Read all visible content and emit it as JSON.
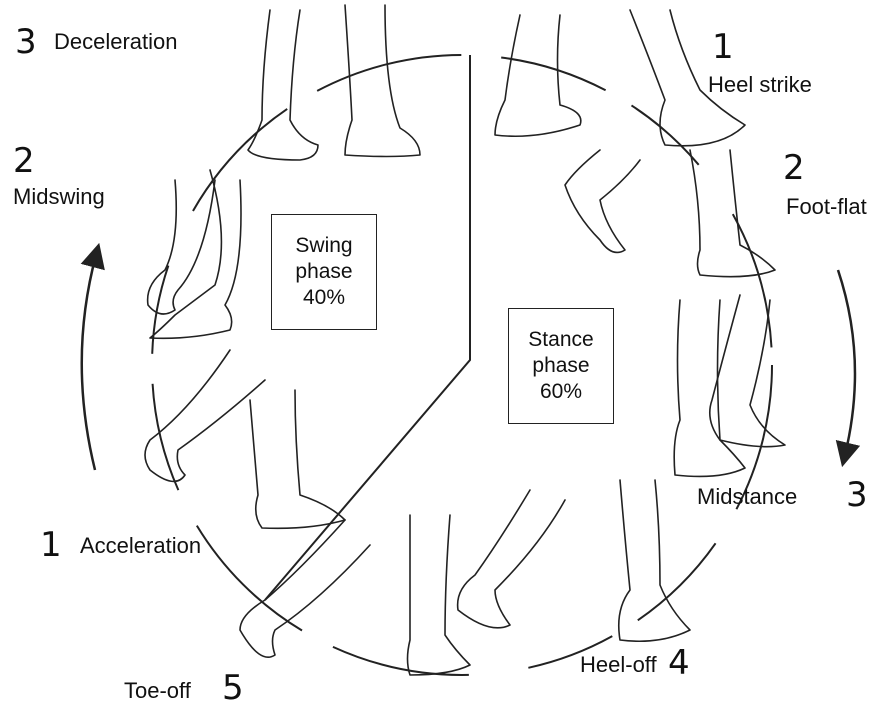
{
  "phases": {
    "swing": {
      "lines": [
        "Swing",
        "phase",
        "40%"
      ]
    },
    "stance": {
      "lines": [
        "Stance",
        "phase",
        "60%"
      ]
    }
  },
  "stance_events": [
    {
      "number": "1",
      "label": "Heel strike"
    },
    {
      "number": "2",
      "label": "Foot-flat"
    },
    {
      "number": "3",
      "label": "Midstance"
    },
    {
      "number": "4",
      "label": "Heel-off"
    },
    {
      "number": "5",
      "label": "Toe-off"
    }
  ],
  "swing_events": [
    {
      "number": "1",
      "label": "Acceleration"
    },
    {
      "number": "2",
      "label": "Midswing"
    },
    {
      "number": "3",
      "label": "Deceleration"
    }
  ],
  "colors": {
    "line": "#222222",
    "background": "#ffffff"
  }
}
